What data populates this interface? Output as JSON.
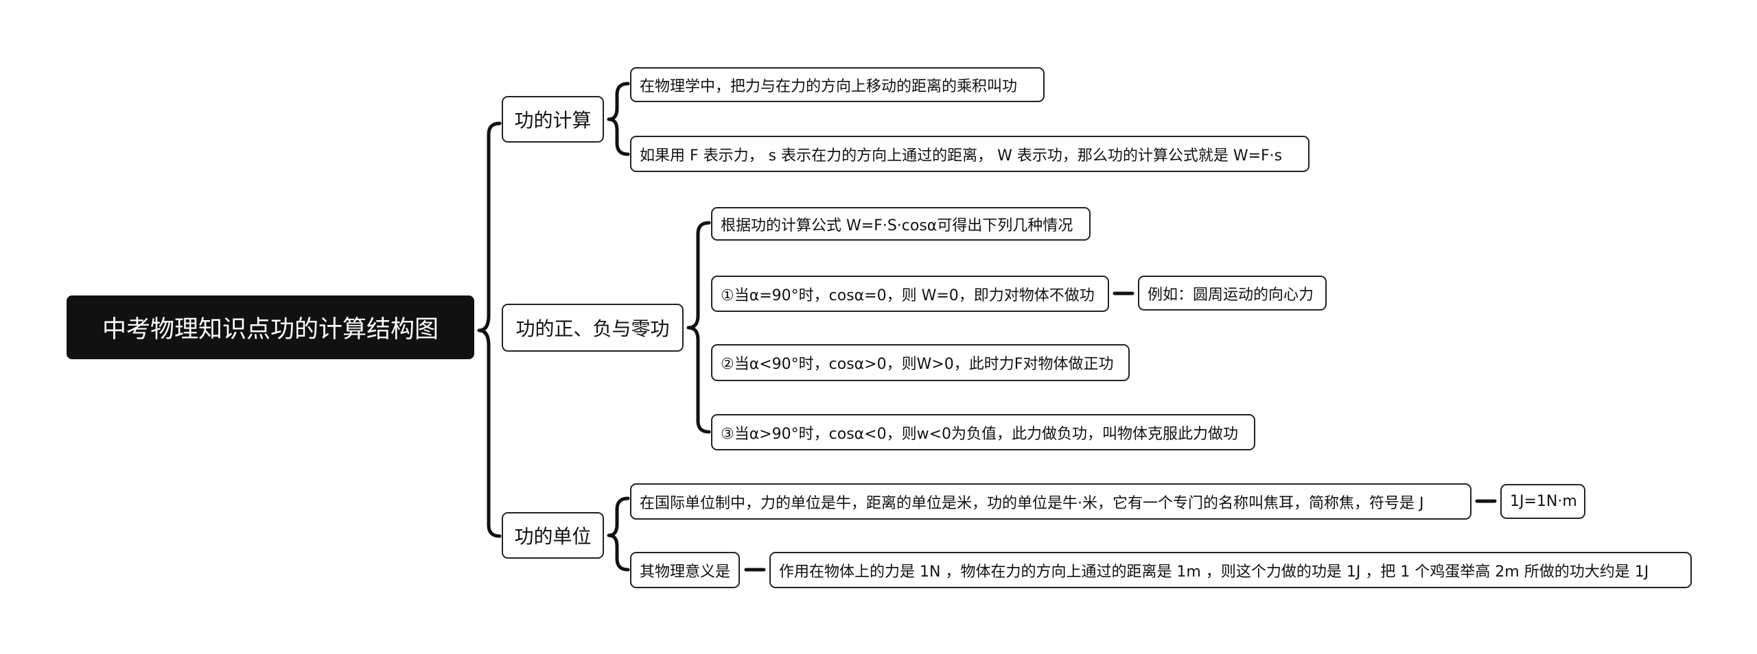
{
  "root": {
    "title": "中考物理知识点功的计算结构图"
  },
  "branches": [
    {
      "label": "功的计算",
      "items": [
        "在物理学中，把力与在力的方向上移动的距离的乘积叫功",
        "如果用 F 表示力，  s 表示在力的方向上通过的距离，  W 表示功，那么功的计算公式就是 W=F·s"
      ]
    },
    {
      "label": "功的正、负与零功",
      "items": [
        "根据功的计算公式 W=F·S·cosα可得出下列几种情况",
        "①当α=90°时，cosα=0，则 W=0，即力对物体不做功",
        "②当α<90°时，cosα>0，则W>0，此时力F对物体做正功",
        "③当α>90°时，cosα<0，则w<0为负值，此力做负功，叫物体克服此力做功"
      ],
      "extra": "例如：圆周运动的向心力"
    },
    {
      "label": "功的单位",
      "items": [
        "在国际单位制中，力的单位是牛，距离的单位是米，功的单位是牛·米，它有一个专门的名称叫焦耳，简称焦，符号是 J",
        "其物理意义是"
      ],
      "extra1": "1J=1N·m",
      "extra2": "作用在物体上的力是 1N ，物体在力的方向上通过的距离是 1m ，则这个力做的功是 1J ，把 1 个鸡蛋举高 2m 所做的功大约是 1J"
    }
  ]
}
